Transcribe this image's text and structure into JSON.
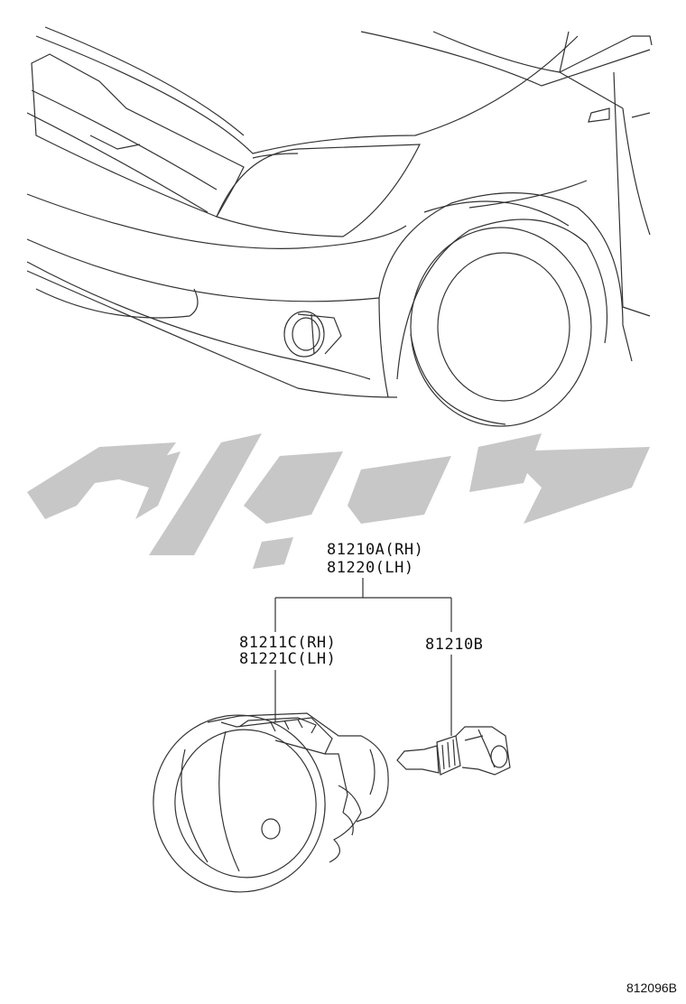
{
  "callouts": {
    "assembly_rh": "81210A(RH)",
    "assembly_lh": "81220(LH)",
    "housing_rh": "81211C(RH)",
    "housing_lh": "81221C(LH)",
    "bulb": "81210B"
  },
  "diagram_id": "812096B",
  "colors": {
    "line": "#333333",
    "watermark": "#c7c7c7"
  },
  "icons": [
    "car-front-icon",
    "fog-lamp-icon",
    "bulb-icon",
    "watermark-logo-icon"
  ]
}
